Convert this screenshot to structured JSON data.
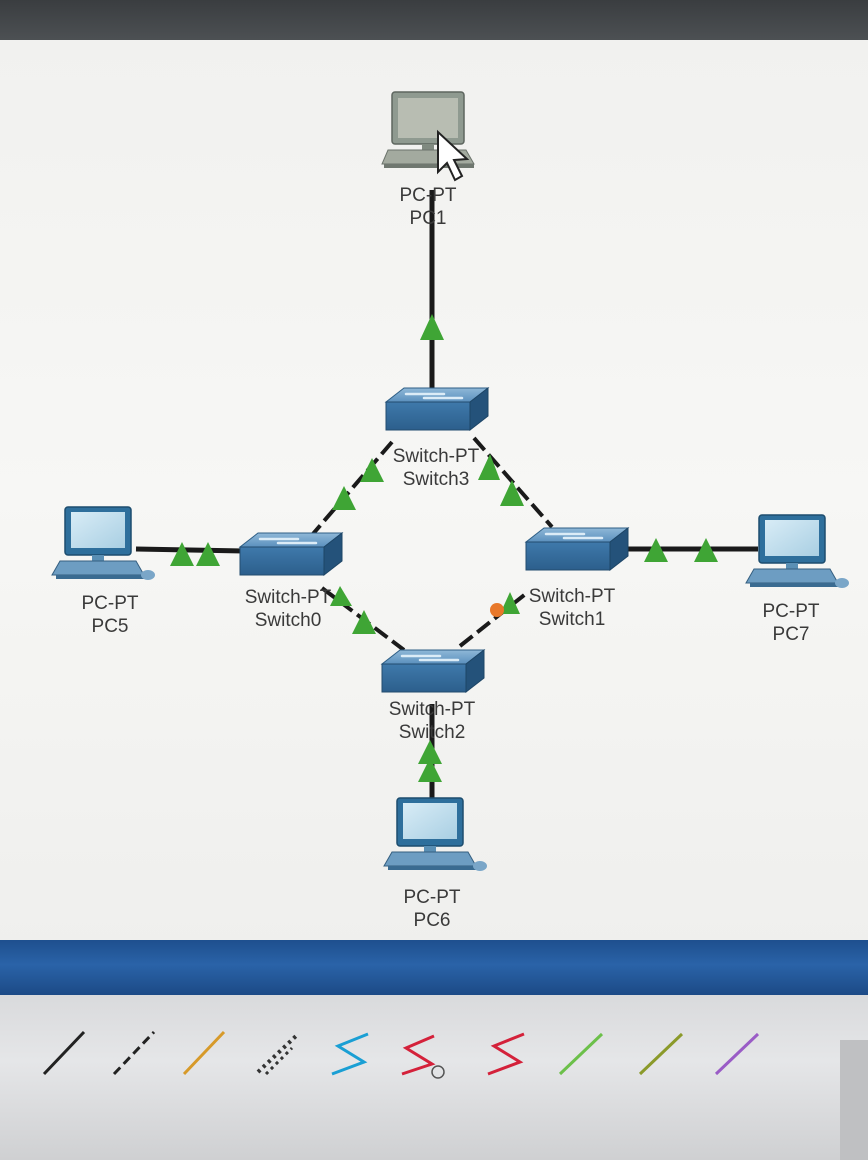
{
  "devices": {
    "pc1": {
      "model": "PC-PT",
      "name": "PC1"
    },
    "pc5": {
      "model": "PC-PT",
      "name": "PC5"
    },
    "pc6": {
      "model": "PC-PT",
      "name": "PC6"
    },
    "pc7": {
      "model": "PC-PT",
      "name": "PC7"
    },
    "switch0": {
      "model": "Switch-PT",
      "name": "Switch0"
    },
    "switch1": {
      "model": "Switch-PT",
      "name": "Switch1"
    },
    "switch2": {
      "model": "Switch-PT",
      "name": "Switch2"
    },
    "switch3": {
      "model": "Switch-PT",
      "name": "Switch3"
    }
  },
  "link_states": {
    "pc1_switch3": "up",
    "switch3_switch0": "up",
    "switch3_switch1": "up",
    "pc5_switch0": "up",
    "switch1_pc7": "up",
    "switch0_switch2": "up",
    "switch2_switch1": "blocking",
    "switch2_pc6": "up"
  },
  "colors": {
    "link_up": "#3fa535",
    "link_blocking": "#e8782a",
    "switch_body": "#4b84b5",
    "blue_bar": "#2a5b9e"
  },
  "cable_tools": [
    {
      "icon": "straight-cable-icon",
      "color": "#222222"
    },
    {
      "icon": "crossover-cable-icon",
      "color": "#222222"
    },
    {
      "icon": "rollover-cable-icon",
      "color": "#d79a2a"
    },
    {
      "icon": "phone-cable-icon",
      "color": "#333333"
    },
    {
      "icon": "serial-dce-cable-icon",
      "color": "#1a9fd4"
    },
    {
      "icon": "serial-dte-cable-icon",
      "color": "#d4213a"
    },
    {
      "icon": "serial-cable-icon",
      "color": "#d4213a"
    },
    {
      "icon": "fiber-cable-icon",
      "color": "#6cc04a"
    },
    {
      "icon": "coaxial-cable-icon",
      "color": "#8b9a2a"
    },
    {
      "icon": "octal-cable-icon",
      "color": "#9a5cc6"
    }
  ]
}
